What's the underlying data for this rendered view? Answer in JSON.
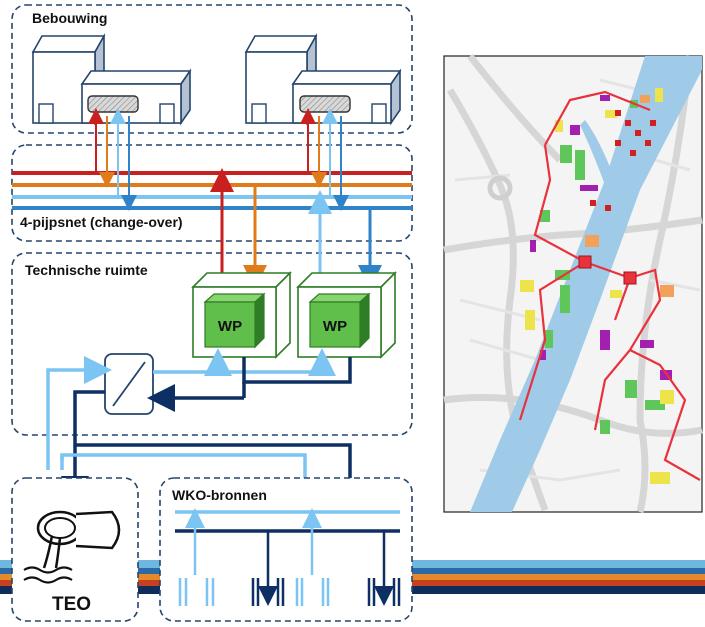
{
  "labels": {
    "bebouwing": "Bebouwing",
    "pijpsnet": "4-pijpsnet (change-over)",
    "technische_ruimte": "Technische ruimte",
    "wp": "WP",
    "wko_bronnen": "WKO-bronnen",
    "teo": "TEO"
  },
  "colors": {
    "hot_red": "#c8201e",
    "warm_orange": "#e07b1b",
    "cool_light_blue": "#7cc4f2",
    "cold_blue": "#2f83c9",
    "dark_navy": "#0d2f63",
    "box_border": "#24456b",
    "wp_green": "#5fbf4a",
    "wp_dark": "#2f7d26",
    "map_canal": "#9fcbe8",
    "map_route": "#e8323c"
  },
  "map": {
    "description_icons": [
      "district-map"
    ]
  }
}
